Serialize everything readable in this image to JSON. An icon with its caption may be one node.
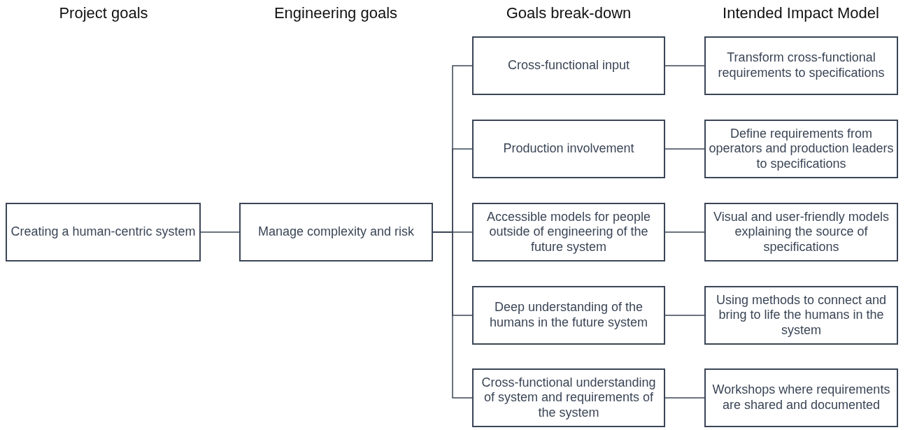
{
  "diagram": {
    "nodes": [
      {
        "text": [
          "Creating a human-centric system"
        ]
      },
      {
        "text": [
          "Manage complexity and risk"
        ]
      },
      {
        "text": [
          "Cross-functional input"
        ]
      },
      {
        "text": [
          "Production involvement"
        ]
      },
      {
        "text": [
          "Accessible models for people outside of engineering of the future system"
        ]
      },
      {
        "text": [
          "Deep understanding of the humans in the future system"
        ]
      },
      {
        "text": [
          "Cross-functional understanding of system and requirements of the system"
        ]
      },
      {
        "text": [
          "Transform cross-functional requirements to specifications"
        ]
      },
      {
        "text": [
          "Define requirements from operators and production leaders to specifications"
        ]
      },
      {
        "text": [
          "Visual and user-friendly models explaining the source of specifications"
        ]
      },
      {
        "text": [
          "Using methods to connect and bring to life the humans in the system"
        ]
      },
      {
        "text": [
          "Workshops where requirements are shared and documented"
        ]
      }
    ],
    "edges": [
      {
        "from": 0,
        "to": 1,
        "arrow": "none"
      },
      {
        "from": 1,
        "to": 2,
        "arrow": "none"
      },
      {
        "from": 1,
        "to": 3,
        "arrow": "none"
      },
      {
        "from": 1,
        "to": 4,
        "arrow": "none"
      },
      {
        "from": 1,
        "to": 5,
        "arrow": "none"
      },
      {
        "from": 1,
        "to": 6,
        "arrow": "none"
      },
      {
        "from": 2,
        "to": 7,
        "arrow": "none"
      },
      {
        "from": 3,
        "to": 8,
        "arrow": "none"
      },
      {
        "from": 4,
        "to": 9,
        "arrow": "none"
      },
      {
        "from": 5,
        "to": 10,
        "arrow": "none"
      },
      {
        "from": 6,
        "to": 11,
        "arrow": "none"
      }
    ],
    "labels": [
      "Project goals",
      "Engineering goals",
      "Goals break-down",
      "Intended Impact Model"
    ]
  }
}
